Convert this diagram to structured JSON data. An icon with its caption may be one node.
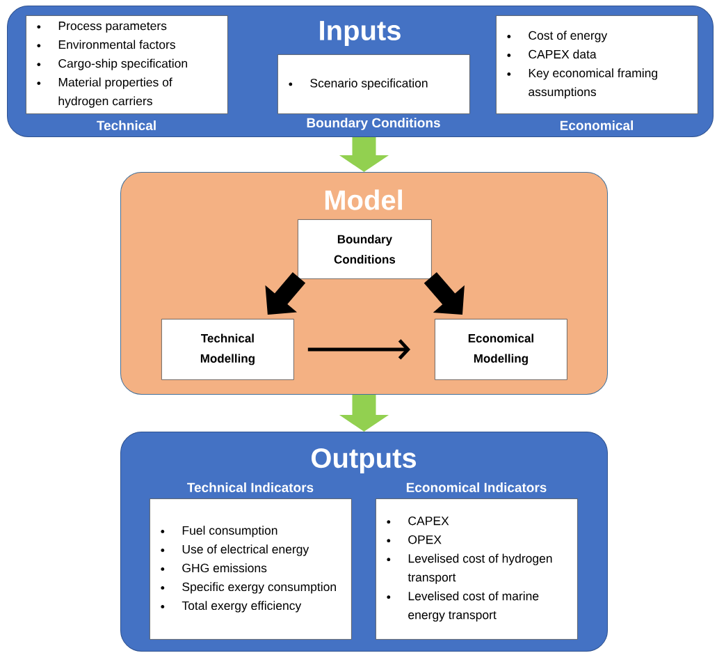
{
  "diagram": {
    "nodes": [
      {
        "text": [
          "Inputs"
        ]
      },
      {
        "text": [
          "Process parameters",
          "Environmental factors",
          "Cargo-ship specification",
          "Material properties of hydrogen carriers",
          "Technical"
        ],
        "in": 0
      },
      {
        "text": [
          "Scenario specification",
          "Boundary Conditions"
        ],
        "in": 0
      },
      {
        "text": [
          "Cost of energy",
          "CAPEX data",
          "Key economical framing assumptions",
          "Economical"
        ],
        "in": 0
      },
      {
        "text": [
          "Model"
        ]
      },
      {
        "text": [
          "Boundary Conditions"
        ],
        "in": 4
      },
      {
        "text": [
          "Technical Modelling"
        ],
        "in": 4
      },
      {
        "text": [
          "Economical Modelling"
        ],
        "in": 4
      },
      {
        "text": [
          "Outputs"
        ]
      },
      {
        "text": [
          "Technical Indicators",
          "Fuel consumption",
          "Use of electrical energy",
          "GHG emissions",
          "Specific exergy consumption",
          "Total exergy efficiency"
        ],
        "in": 8
      },
      {
        "text": [
          "Economical Indicators",
          "CAPEX",
          "OPEX",
          "Levelised cost of hydrogen transport",
          "Levelised cost of marine energy transport"
        ],
        "in": 8
      }
    ],
    "edges": [
      {
        "from": 0,
        "to": 4,
        "arrow": "to",
        "color": "#92d050"
      },
      {
        "from": 4,
        "to": 8,
        "arrow": "to",
        "color": "#92d050"
      },
      {
        "from": 5,
        "to": 6,
        "arrow": "to"
      },
      {
        "from": 5,
        "to": 7,
        "arrow": "to"
      },
      {
        "from": 6,
        "to": 7,
        "arrow": "to"
      }
    ]
  }
}
